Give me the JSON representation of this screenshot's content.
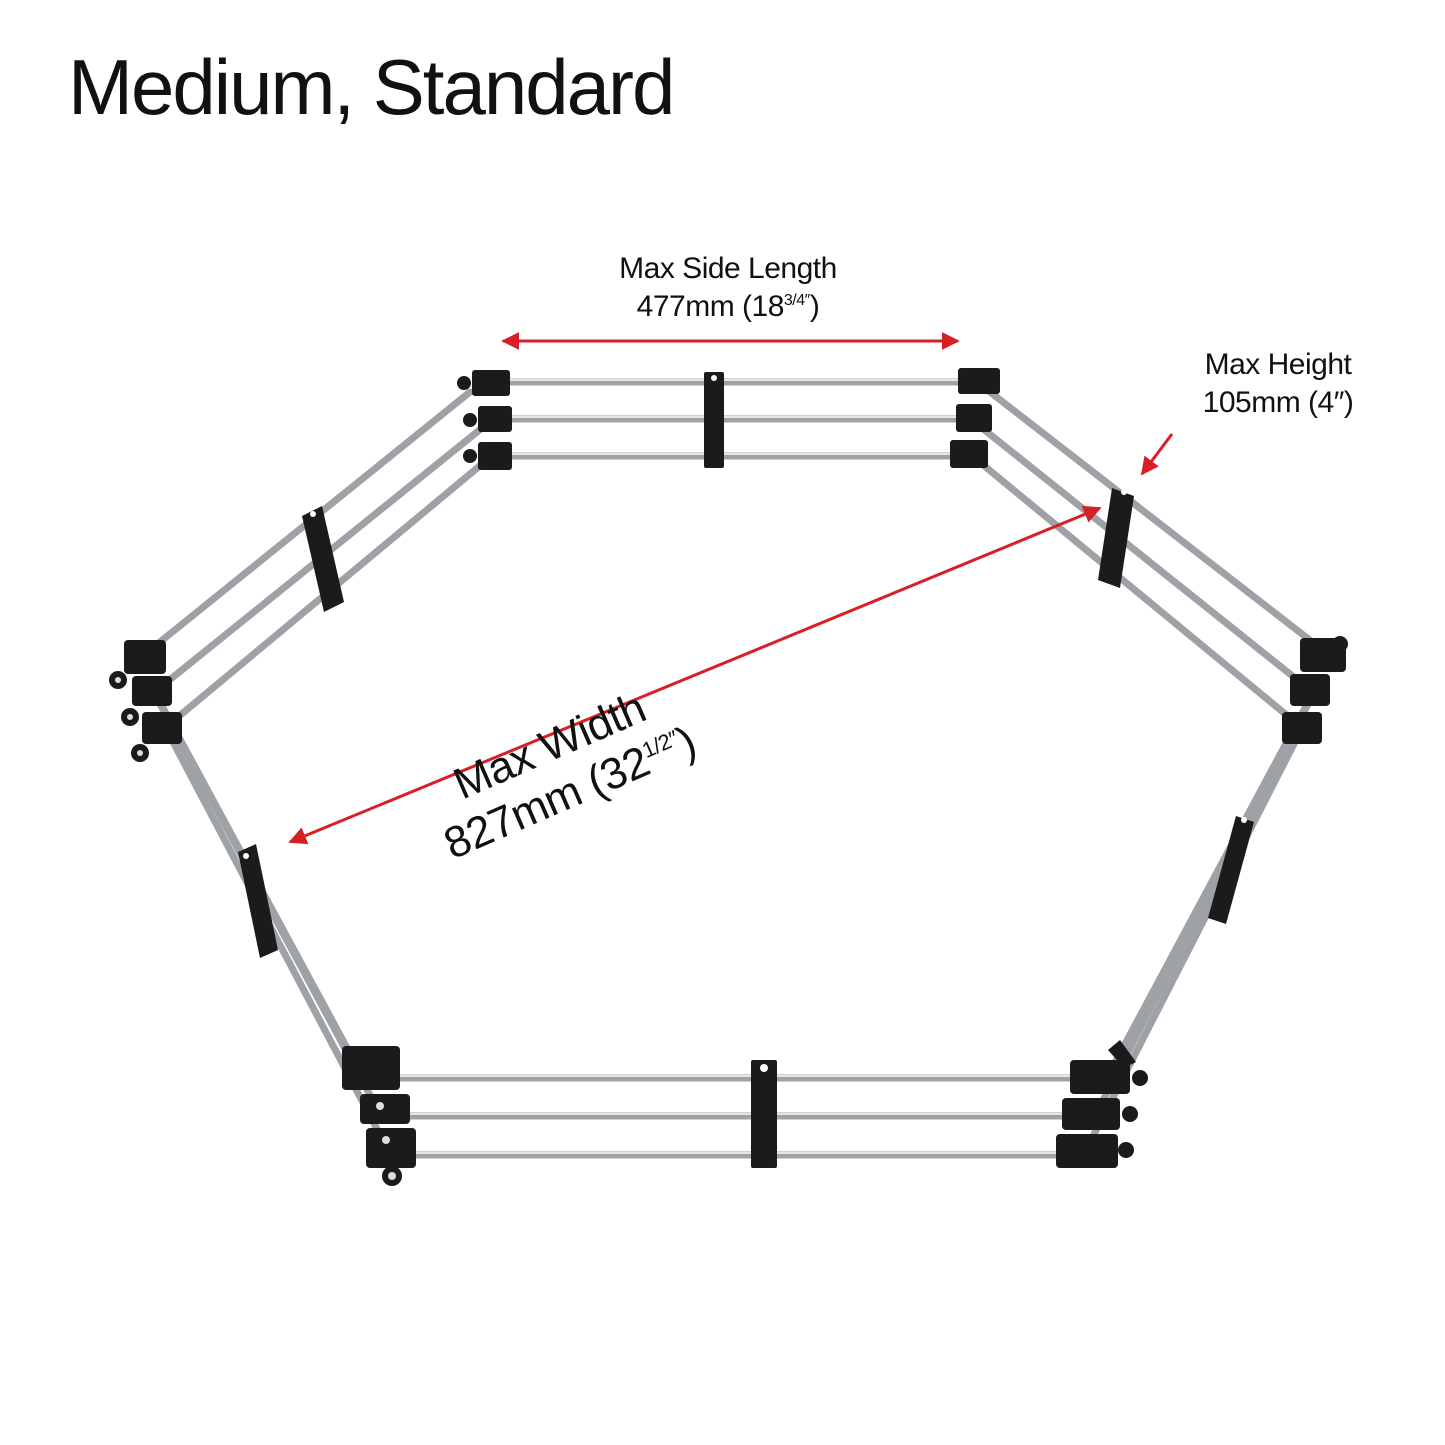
{
  "title": "Medium, Standard",
  "dimensions": {
    "side_length": {
      "label": "Max Side Length",
      "value": "477mm (18",
      "fraction": "3/4″",
      "close": ")"
    },
    "height": {
      "label": "Max Height",
      "value": "105mm (4″)"
    },
    "width": {
      "label": "Max Width",
      "value": "827mm (32",
      "fraction": "1/2″",
      "close": ")"
    }
  },
  "colors": {
    "arrow": "#d71f26",
    "rod": "#b9bcbf",
    "connector": "#1b1b1b",
    "text": "#111111"
  }
}
